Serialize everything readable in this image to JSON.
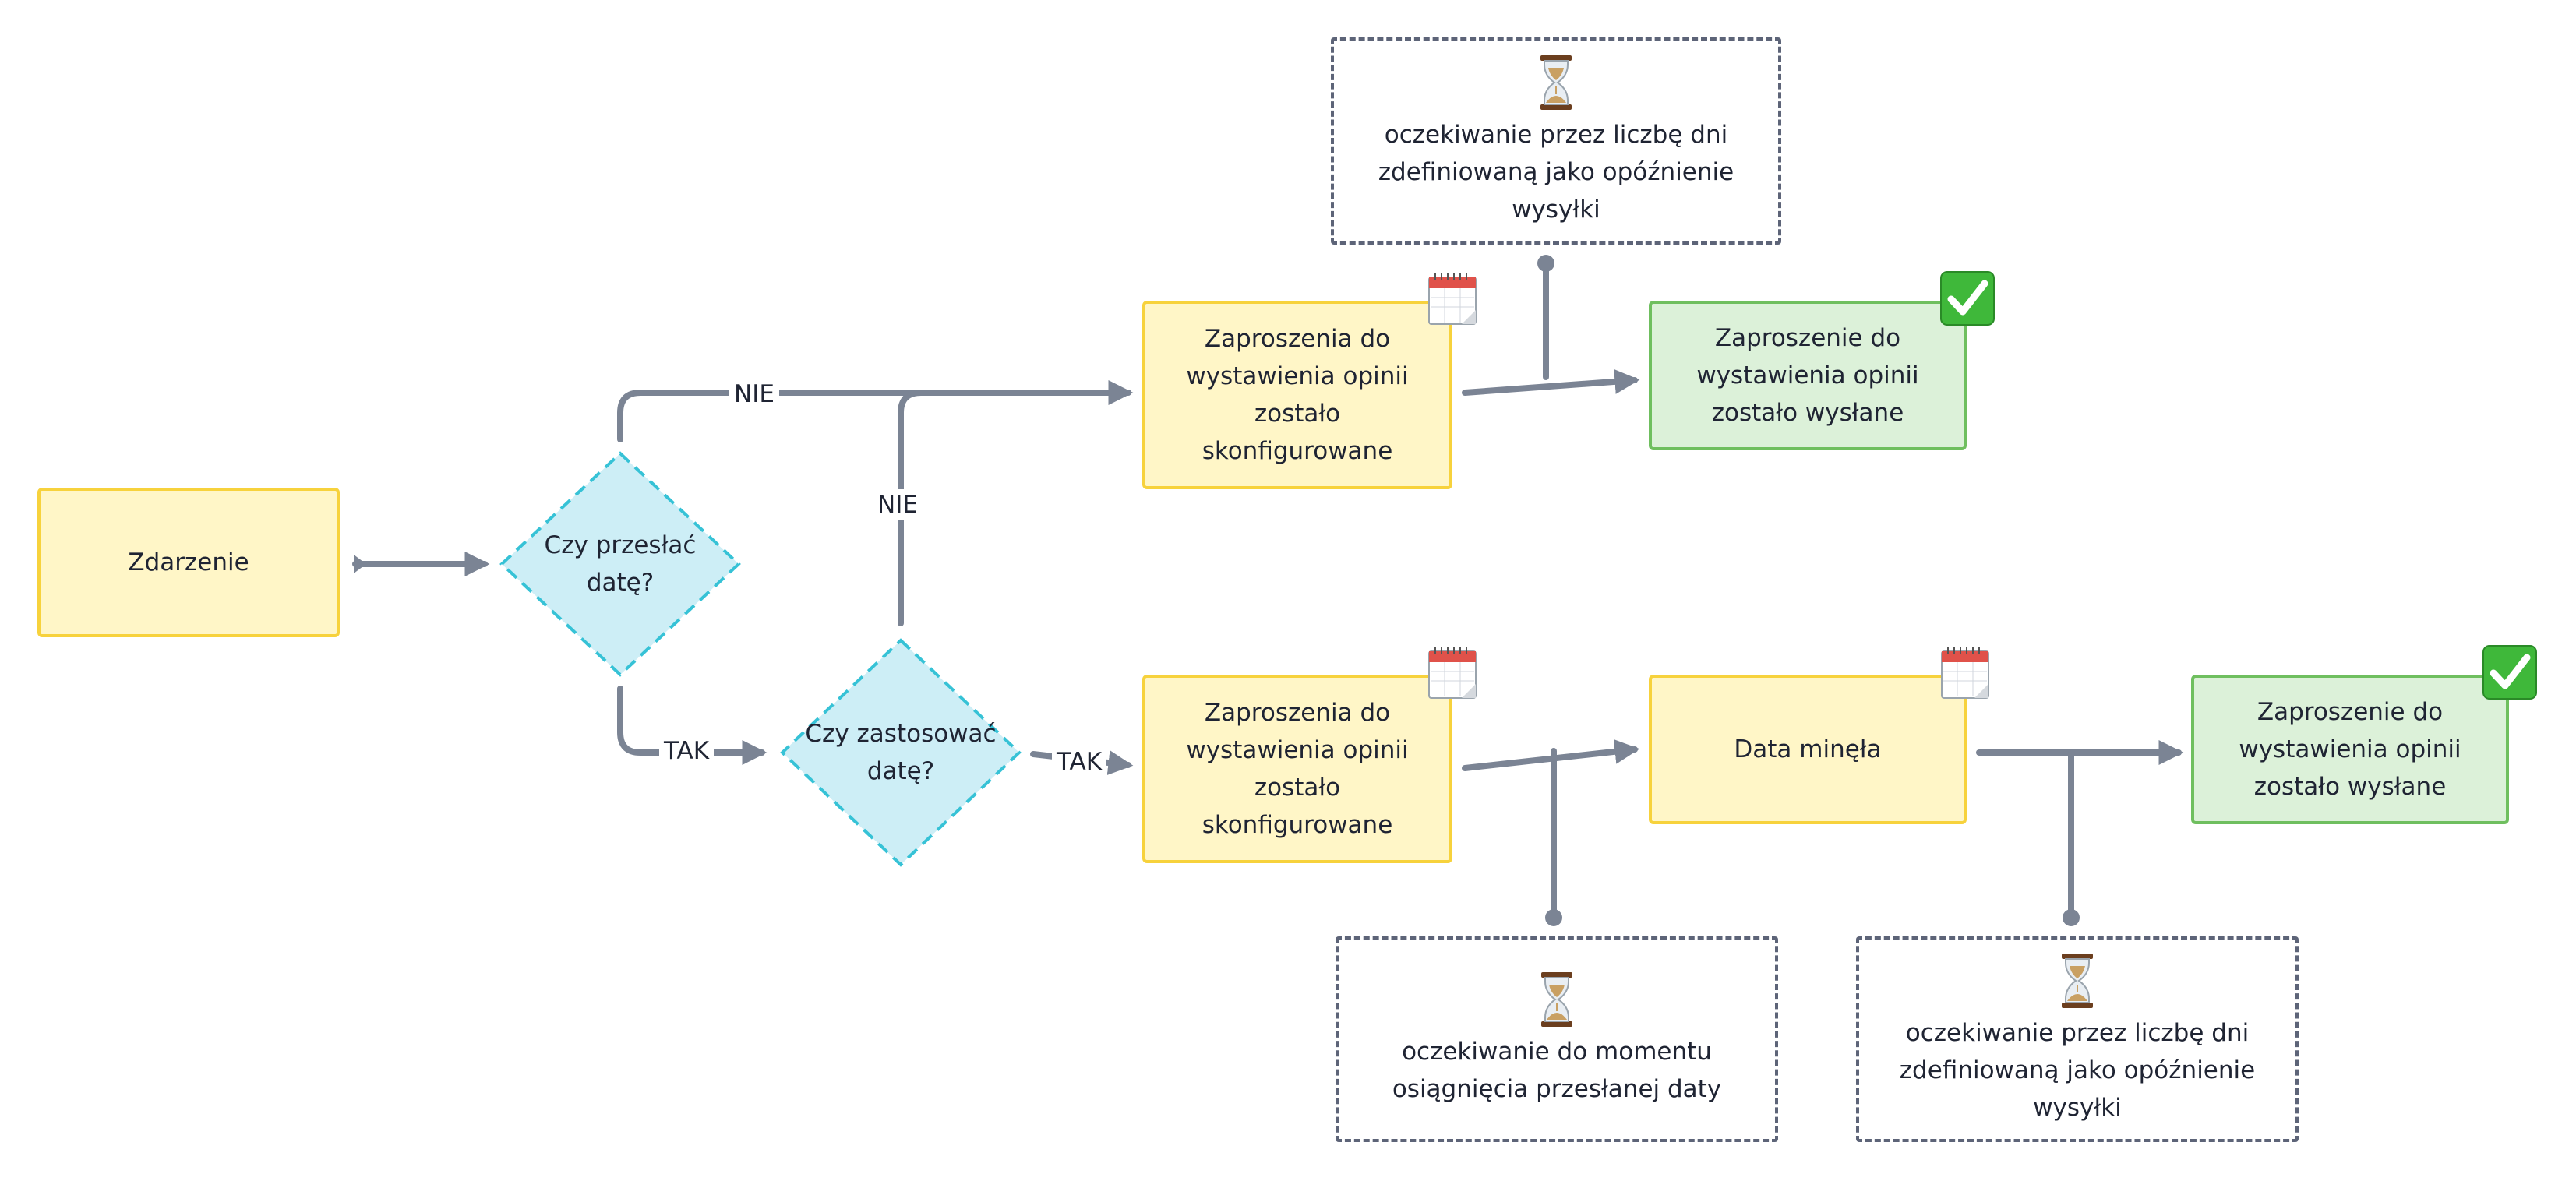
{
  "nodes": {
    "event": "Zdarzenie",
    "decision_send_date": "Czy przesłać\ndatę?",
    "decision_apply_date": "Czy zastosować\ndatę?",
    "configured_top": "Zaproszenia do\nwystawienia opinii\nzostało\nskonfigurowane",
    "configured_bottom": "Zaproszenia do\nwystawienia opinii\nzostało\nskonfigurowane",
    "sent_top": "Zaproszenie do\nwystawienia opinii\nzostało wysłane",
    "date_passed": "Data minęła",
    "sent_bottom": "Zaproszenie do\nwystawienia opinii\nzostało wysłane"
  },
  "notes": {
    "wait_delay_top": "oczekiwanie przez liczbę dni\nzdefiniowaną jako opóźnienie\nwysyłki",
    "wait_until_date": "oczekiwanie do momentu\nosiągnięcia przesłanej daty",
    "wait_delay_bottom": "oczekiwanie przez liczbę dni\nzdefiniowaną jako opóźnienie\nwysyłki"
  },
  "edge_labels": {
    "no_top": "NIE",
    "no_vertical": "NIE",
    "yes_first": "TAK",
    "yes_second": "TAK"
  },
  "icons": {
    "hourglass": "hourglass-icon",
    "calendar": "calendar-icon",
    "check": "check-mark-icon"
  },
  "colors": {
    "task_fill": "#fff6c7",
    "task_border": "#f7d23c",
    "decision_fill": "#cdeef6",
    "decision_border": "#36c2d6",
    "done_fill": "#dcf1d9",
    "done_border": "#6fbf5f",
    "connector": "#7b8494"
  }
}
